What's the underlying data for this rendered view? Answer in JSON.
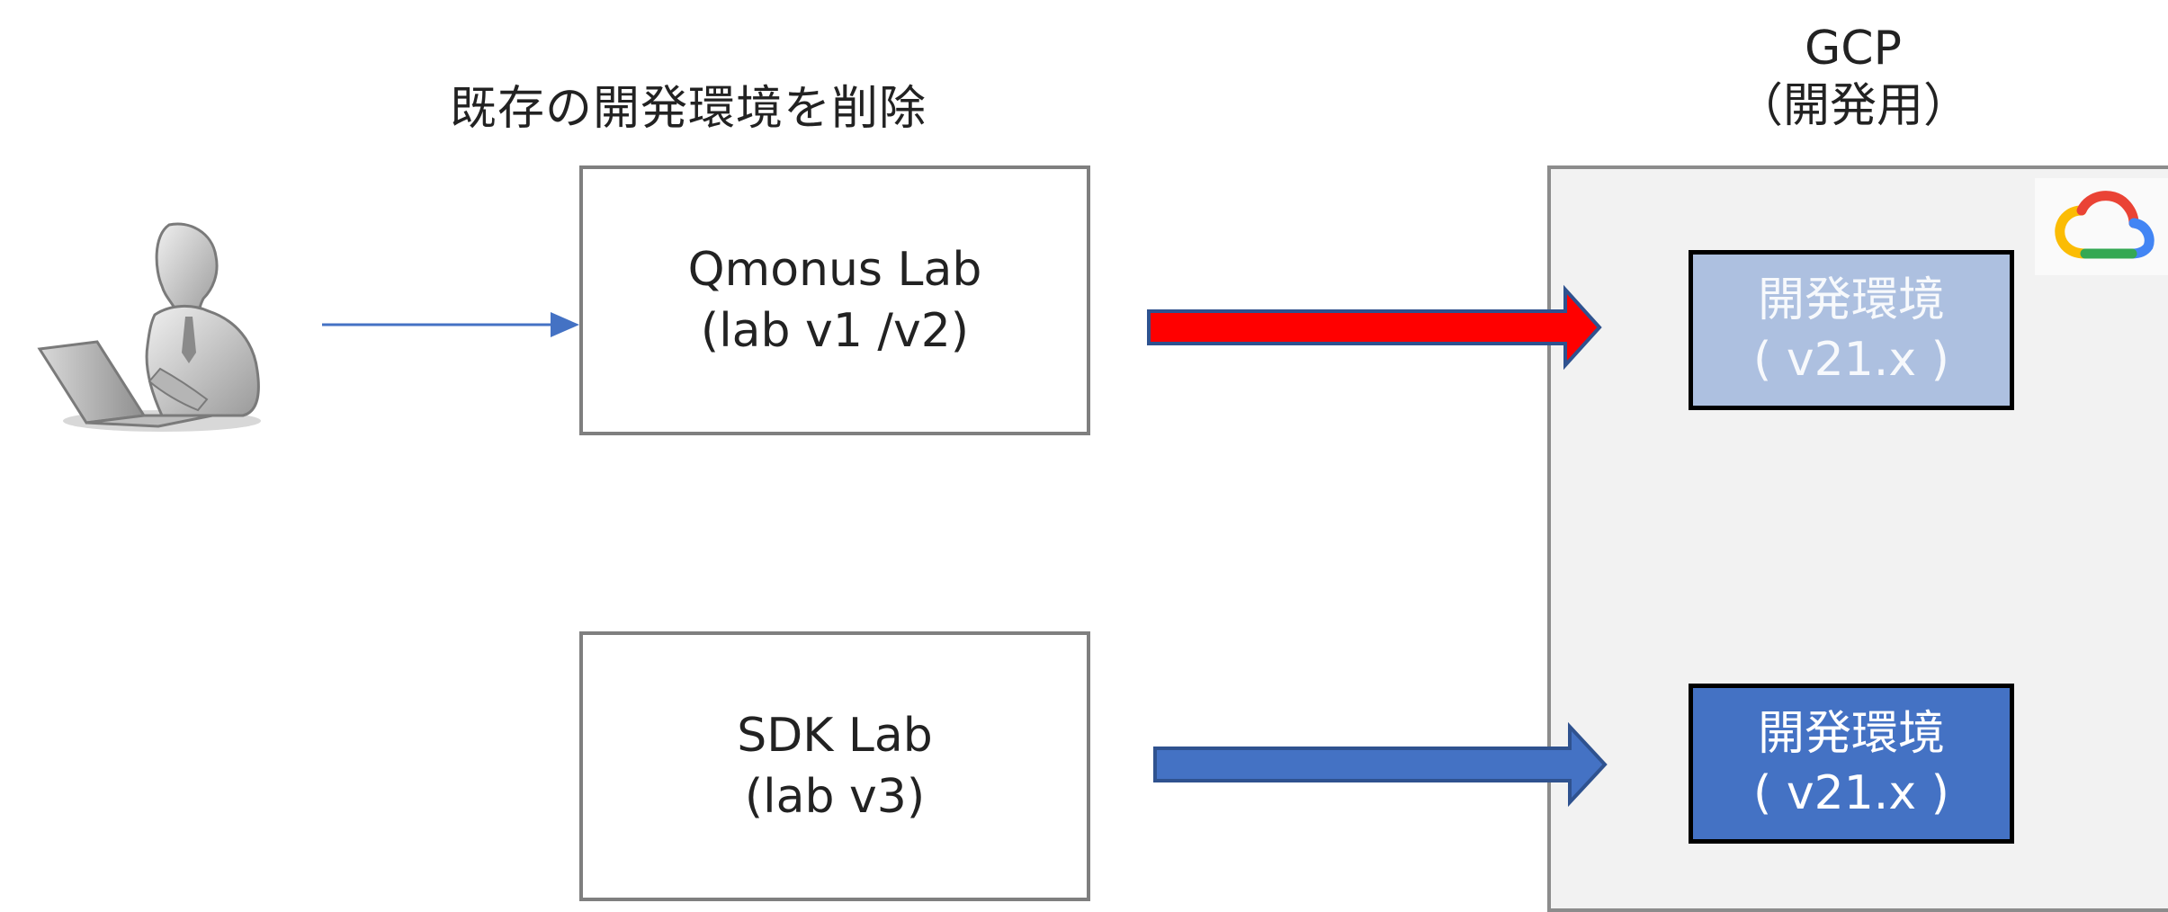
{
  "heading": {
    "delete_note": "既存の開発環境を削除"
  },
  "gcp": {
    "title": "GCP",
    "subtitle": "（開発用）"
  },
  "sources": [
    {
      "name": "Qmonus Lab",
      "version": "(lab v1 /v2)"
    },
    {
      "name": "SDK Lab",
      "version": "(lab v3)"
    }
  ],
  "environments": [
    {
      "name": "開発環境",
      "version": "( v21.x )",
      "state": "deleted"
    },
    {
      "name": "開発環境",
      "version": "( v21.x )",
      "state": "active"
    }
  ],
  "colors": {
    "delete_arrow": "#ff0000",
    "create_arrow": "#4472c4",
    "user_link": "#4472c4",
    "env_active": "#4472c4",
    "env_deleted": "#adc0e0"
  },
  "icons": [
    "user-laptop-icon",
    "google-cloud-icon"
  ]
}
